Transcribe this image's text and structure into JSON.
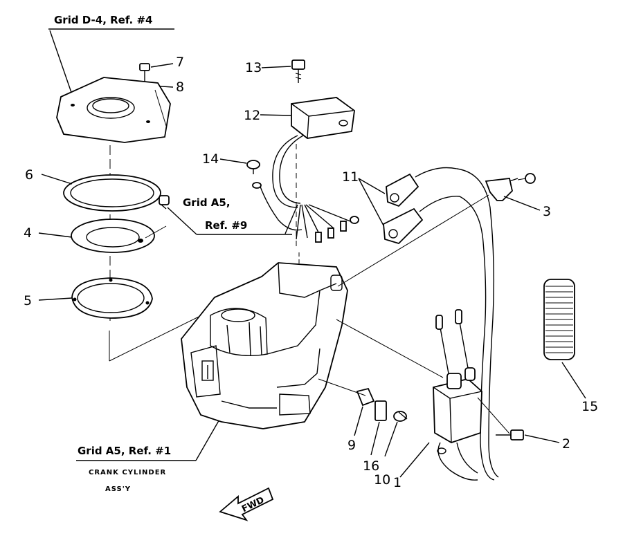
{
  "callouts": {
    "grid_d4": "Grid D-4, Ref. #4",
    "grid_a5_line1": "Grid A5,",
    "grid_a5_line2": "Ref. #9",
    "grid_a5_ref1": "Grid A5, Ref. #1",
    "crank_line1": "CRANK CYLINDER",
    "crank_line2": "ASS'Y"
  },
  "part_numbers": [
    "1",
    "2",
    "3",
    "4",
    "5",
    "6",
    "7",
    "8",
    "9",
    "10",
    "11",
    "12",
    "13",
    "14",
    "15",
    "16"
  ],
  "fwd_label": "FWD"
}
